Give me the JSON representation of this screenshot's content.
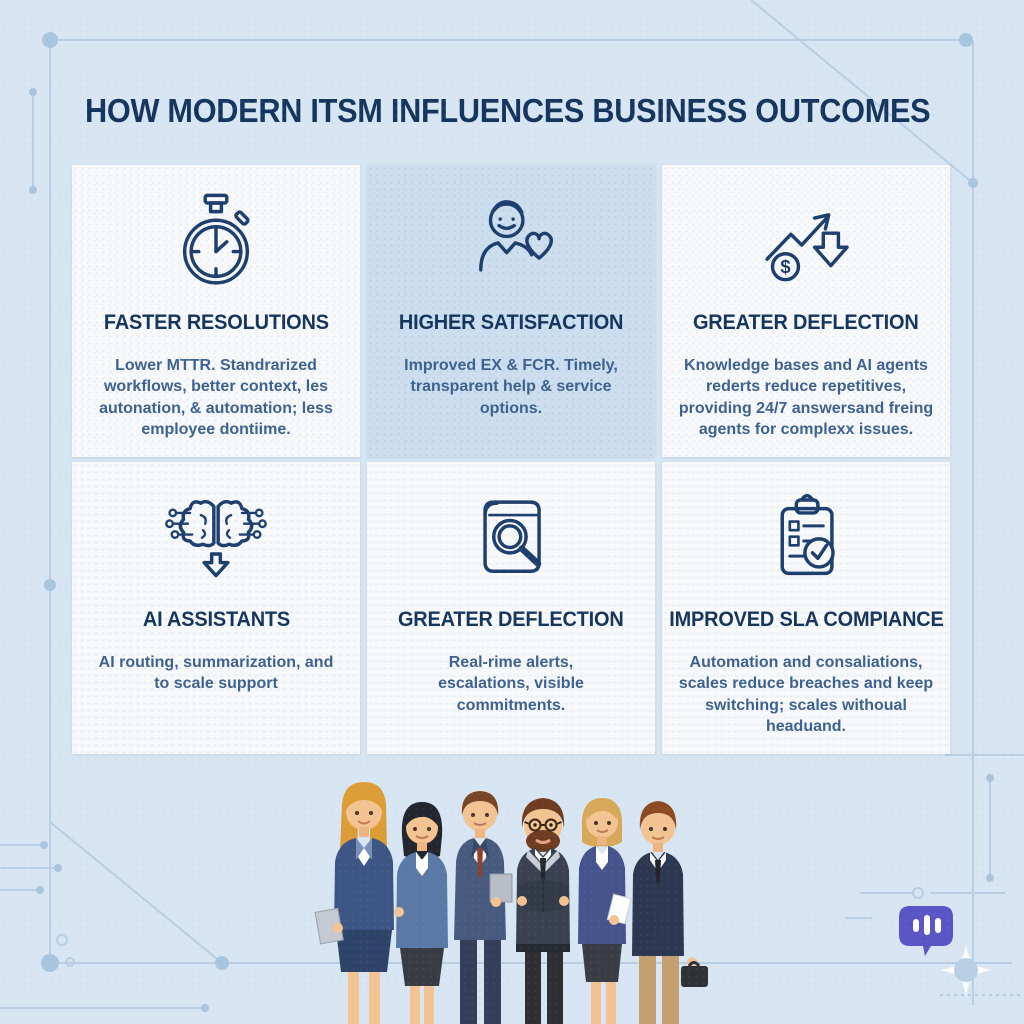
{
  "page": {
    "title": "HOW MODERN ITSM INFLUENCES BUSINESS OUTCOMES"
  },
  "cards": [
    {
      "icon": "stopwatch-icon",
      "title": "FASTER RESOLUTIONS",
      "body": "Lower MTTR. Standrarized workflows, better context, les autonation, & automation; less employee dontiime.",
      "highlighted": false
    },
    {
      "icon": "person-heart-icon",
      "title": "HIGHER SATISFACTION",
      "body": "Improved EX & FCR. Timely, transparent help & service options.",
      "highlighted": true
    },
    {
      "icon": "chart-dollar-down-icon",
      "title": "GREATER DEFLECTION",
      "body": "Knowledge bases and AI agents rederts reduce repetitives, providing 24/7 answersand freing agents for complexx issues.",
      "highlighted": false
    },
    {
      "icon": "ai-brain-icon",
      "title": "AI ASSISTANTS",
      "body": "AI routing, summarization, and to scale support",
      "highlighted": false
    },
    {
      "icon": "book-magnifier-icon",
      "title": "GREATER DEFLECTION",
      "body": "Real-rime alerts, escalations, visible commitments.",
      "highlighted": false
    },
    {
      "icon": "clipboard-check-icon",
      "title": "IMPROVED SLA COMPIANCE",
      "body": "Automation and consaliations, scales reduce breaches and keep switching; scales withoual headuand.",
      "highlighted": false
    }
  ],
  "footer_illustration": {
    "description": "Six business professionals standing together",
    "people_count": 6
  },
  "chat_widget": {
    "icon": "chat-bubble-icon",
    "color": "#5a55c5"
  },
  "colors": {
    "background": "#d8e6f3",
    "card_background": "#f7f9fa",
    "highlight_card_background": "#cddeef",
    "title_text": "#16355e",
    "body_text": "#3e618f",
    "icon_stroke": "#1e3f6d",
    "circuit_line": "#b7cee4"
  }
}
